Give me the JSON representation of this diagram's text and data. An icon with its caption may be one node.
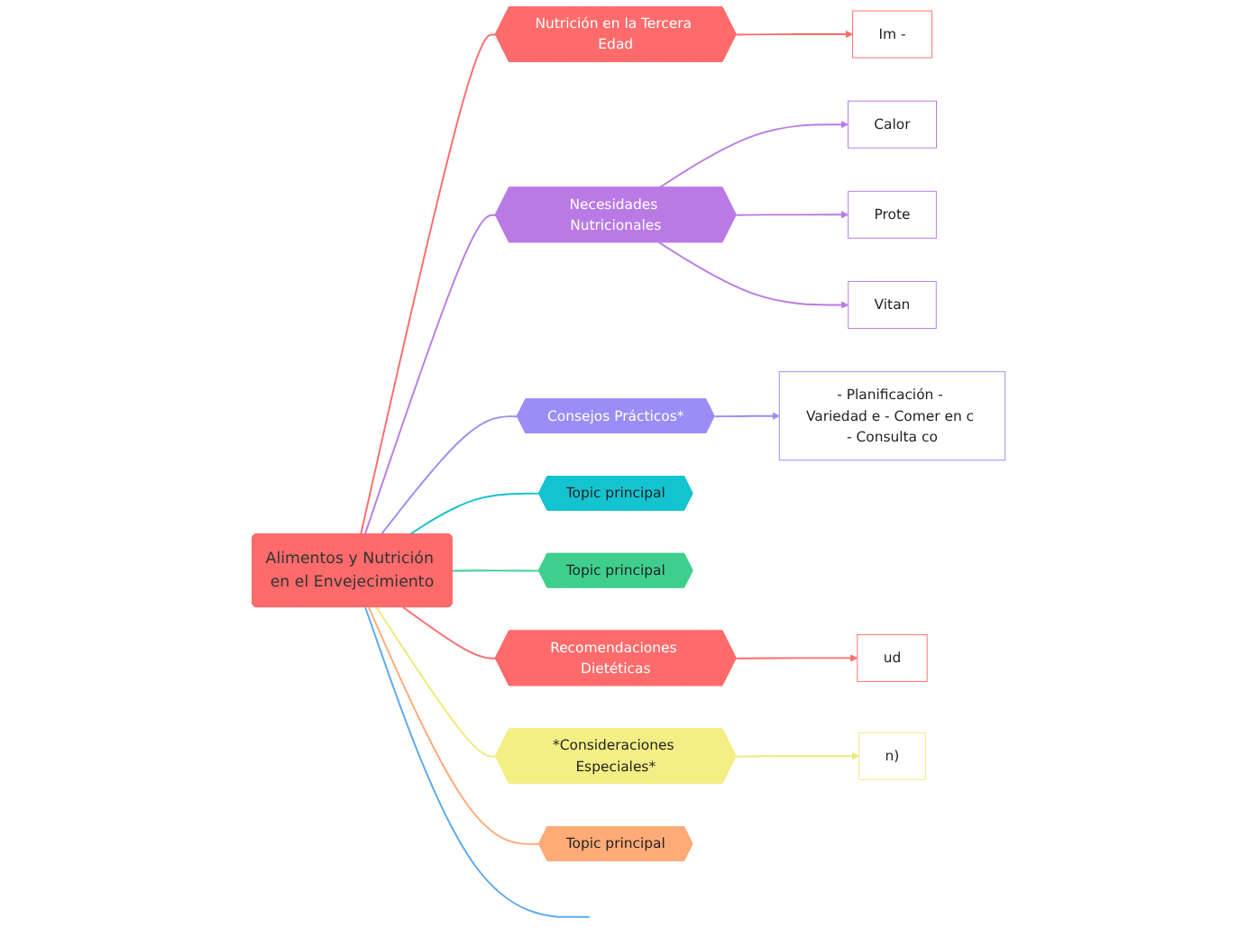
{
  "diagram": {
    "nodes": [
      {
        "text": [
          "Alimentos y Nutrición en el Envejecimiento"
        ]
      },
      {
        "text": [
          "Nutrición en la Tercera Edad"
        ]
      },
      {
        "text": [
          "Im -"
        ]
      },
      {
        "text": [
          "Necesidades Nutricionales"
        ]
      },
      {
        "text": [
          "Calor"
        ]
      },
      {
        "text": [
          "Prote"
        ]
      },
      {
        "text": [
          "Vitan"
        ]
      },
      {
        "text": [
          "Consejos Prácticos*"
        ]
      },
      {
        "text": [
          "- Planificación - Variedad e - Comer en c - Consulta co"
        ]
      },
      {
        "text": [
          "Topic principal"
        ]
      },
      {
        "text": [
          "Topic principal"
        ]
      },
      {
        "text": [
          "Recomendaciones Dietéticas"
        ]
      },
      {
        "text": [
          "ud"
        ]
      },
      {
        "text": [
          "*Consideraciones Especiales*"
        ]
      },
      {
        "text": [
          "n)"
        ]
      },
      {
        "text": [
          "Topic principal"
        ]
      }
    ],
    "edges": [
      {
        "from": 0,
        "to": 1,
        "arrow": "none",
        "color": "#ff6b6b"
      },
      {
        "from": 1,
        "to": 2,
        "arrow": "to",
        "color": "#ff6b6b"
      },
      {
        "from": 0,
        "to": 3,
        "arrow": "none",
        "color": "#b97ae6"
      },
      {
        "from": 3,
        "to": 4,
        "arrow": "to",
        "color": "#b97ae6"
      },
      {
        "from": 3,
        "to": 5,
        "arrow": "to",
        "color": "#b97ae6"
      },
      {
        "from": 3,
        "to": 6,
        "arrow": "to",
        "color": "#b97ae6"
      },
      {
        "from": 0,
        "to": 7,
        "arrow": "none",
        "color": "#9b8cf7"
      },
      {
        "from": 7,
        "to": 8,
        "arrow": "to",
        "color": "#9b8cf7"
      },
      {
        "from": 0,
        "to": null,
        "arrow": "none",
        "color": "#5aa9f0"
      },
      {
        "from": 0,
        "to": 9,
        "arrow": "none",
        "color": "#14c3d0"
      },
      {
        "from": 0,
        "to": 10,
        "arrow": "none",
        "color": "#3ecf8e"
      },
      {
        "from": 0,
        "to": 11,
        "arrow": "none",
        "color": "#ff6b6b"
      },
      {
        "from": 11,
        "to": 12,
        "arrow": "to",
        "color": "#ff6b6b"
      },
      {
        "from": 0,
        "to": 13,
        "arrow": "none",
        "color": "#efe97a"
      },
      {
        "from": 13,
        "to": 14,
        "arrow": "to",
        "color": "#efe97a"
      },
      {
        "from": 0,
        "to": 15,
        "arrow": "none",
        "color": "#ffaa77"
      }
    ]
  }
}
